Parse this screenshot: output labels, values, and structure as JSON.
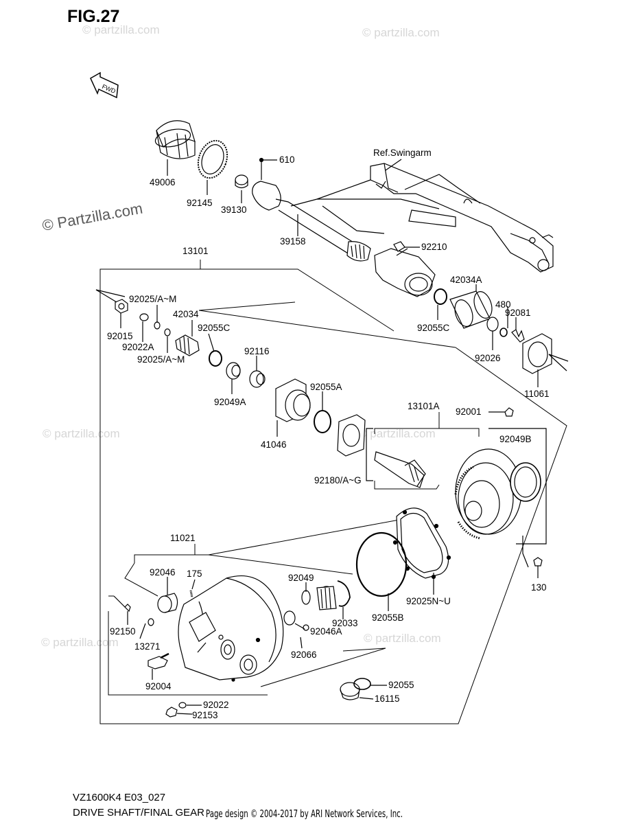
{
  "figure_title": "FIG.27",
  "fwd_tag": "FWD",
  "watermark": "© Partzilla.com",
  "watermark_small": "© partzilla.com",
  "parts": {
    "p49006": "49006",
    "p92145": "92145",
    "p39130": "39130",
    "p610": "610",
    "ref_swingarm": "Ref.Swingarm",
    "p39158": "39158",
    "p92210": "92210",
    "p13101": "13101",
    "p42034A": "42034A",
    "p92025AM_top": "92025/A~M",
    "p42034": "42034",
    "p92055C_left": "92055C",
    "p480": "480",
    "p92081": "92081",
    "p92015": "92015",
    "p92022A": "92022A",
    "p92025AM_bottom": "92025/A~M",
    "p92055C_right": "92055C",
    "p92026": "92026",
    "p92116": "92116",
    "p92049A": "92049A",
    "p11061": "11061",
    "p92055A": "92055A",
    "p13101A": "13101A",
    "p92001": "92001",
    "p41046": "41046",
    "p92049B": "92049B",
    "p92180AG": "92180/A~G",
    "p11021": "11021",
    "p92046": "92046",
    "p175": "175",
    "p92049": "92049",
    "p130": "130",
    "p92150": "92150",
    "p92033": "92033",
    "p92055B": "92055B",
    "p92025NU": "92025N~U",
    "p13271": "13271",
    "p92046A": "92046A",
    "p92066": "92066",
    "p92004": "92004",
    "p92055": "92055",
    "p16115": "16115",
    "p92022": "92022",
    "p92153": "92153"
  },
  "footer": {
    "model_code": "VZ1600K4 E03_027",
    "section_name": "DRIVE SHAFT/FINAL GEAR",
    "copyright": "Page design © 2004-2017 by ARI Network Services, Inc."
  }
}
